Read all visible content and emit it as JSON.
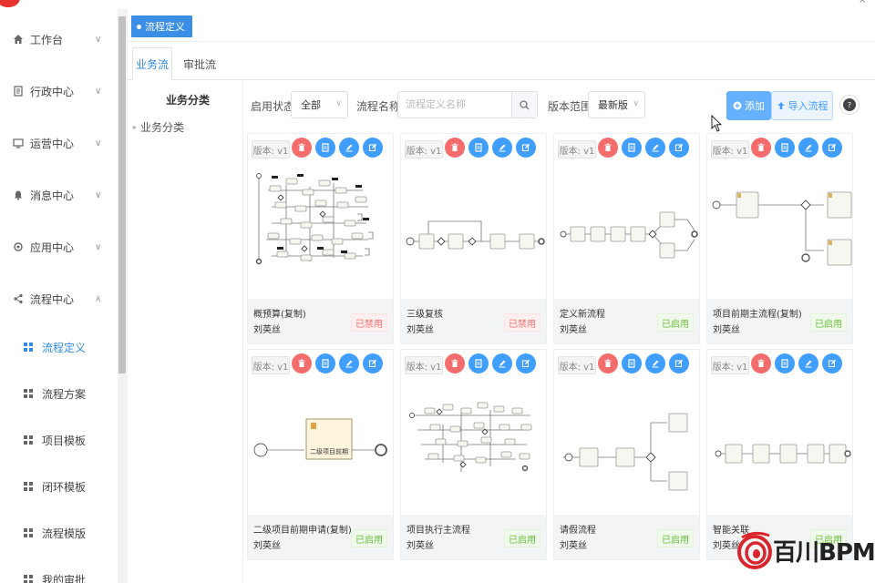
{
  "sidebar": {
    "menus": [
      {
        "label": "工作台",
        "icon": "home-icon",
        "arrow": "∨"
      },
      {
        "label": "行政中心",
        "icon": "document-icon",
        "arrow": "∨"
      },
      {
        "label": "运营中心",
        "icon": "monitor-icon",
        "arrow": "∨"
      },
      {
        "label": "消息中心",
        "icon": "bell-icon",
        "arrow": "∨"
      },
      {
        "label": "应用中心",
        "icon": "gear-icon",
        "arrow": "∨"
      },
      {
        "label": "流程中心",
        "icon": "share-icon",
        "arrow": "∧"
      }
    ],
    "sub_items": [
      {
        "label": "流程定义",
        "active": true
      },
      {
        "label": "流程方案"
      },
      {
        "label": "项目模板"
      },
      {
        "label": "闭环模板"
      },
      {
        "label": "流程模版"
      },
      {
        "label": "我的审批"
      }
    ]
  },
  "tagbar": {
    "active_tag": "流程定义"
  },
  "tabs": {
    "business": "业务流",
    "approval": "审批流"
  },
  "tree": {
    "title": "业务分类",
    "root": "业务分类"
  },
  "filters": {
    "status_label": "启用状态",
    "status_value": "全部",
    "name_label": "流程名称",
    "name_placeholder": "流程定义名称",
    "version_label": "版本范围",
    "version_value": "最新版"
  },
  "actions": {
    "add": "添加",
    "import": "导入流程",
    "help": "?"
  },
  "cards": [
    {
      "version": "版本: v1",
      "name": "概预算(复制)",
      "user": "刘英丝",
      "status": "已禁用",
      "enabled": false
    },
    {
      "version": "版本: v1",
      "name": "三级复核",
      "user": "刘英丝",
      "status": "已禁用",
      "enabled": false
    },
    {
      "version": "版本: v1",
      "name": "定义新流程",
      "user": "刘英丝",
      "status": "已启用",
      "enabled": true
    },
    {
      "version": "版本: v1",
      "name": "项目前期主流程(复制)",
      "user": "刘英丝",
      "status": "已启用",
      "enabled": true
    },
    {
      "version": "版本: v1",
      "name": "二级项目前期申请(复制)",
      "user": "刘英丝",
      "status": "已启用",
      "enabled": true,
      "diagram_text": "二级项目前期"
    },
    {
      "version": "版本: v1",
      "name": "项目执行主流程",
      "user": "刘英丝",
      "status": "已启用",
      "enabled": true
    },
    {
      "version": "版本: v1",
      "name": "请假流程",
      "user": "刘英丝",
      "status": "已启用",
      "enabled": true
    },
    {
      "version": "版本: v1",
      "name": "智能关联",
      "user": "刘英丝",
      "status": "已启用",
      "enabled": true
    }
  ],
  "watermark": {
    "text": "百川BPM"
  }
}
